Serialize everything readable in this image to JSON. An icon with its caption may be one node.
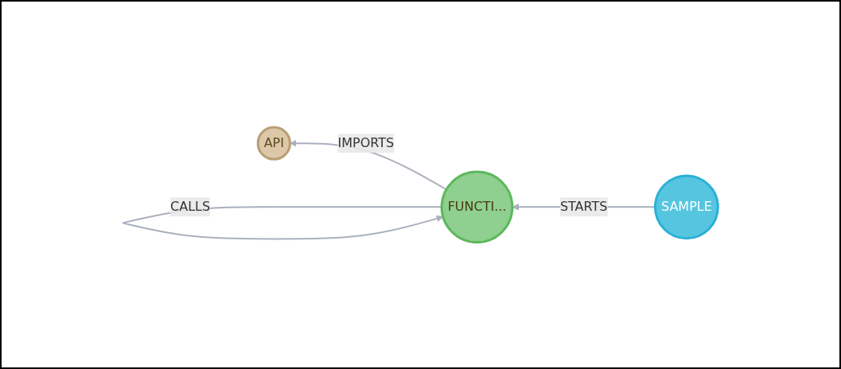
{
  "diagram": {
    "nodes": [
      {
        "text": [
          "API"
        ]
      },
      {
        "text": [
          "FUNCTI..."
        ]
      },
      {
        "text": [
          "SAMPLE"
        ]
      }
    ],
    "edges": [
      {
        "from": 1,
        "to": 0,
        "arrow": "to",
        "label": "IMPORTS"
      },
      {
        "from": 2,
        "to": 1,
        "arrow": "to",
        "label": "STARTS"
      },
      {
        "from": 1,
        "to": 1,
        "arrow": "to",
        "label": "CALLS"
      }
    ]
  }
}
